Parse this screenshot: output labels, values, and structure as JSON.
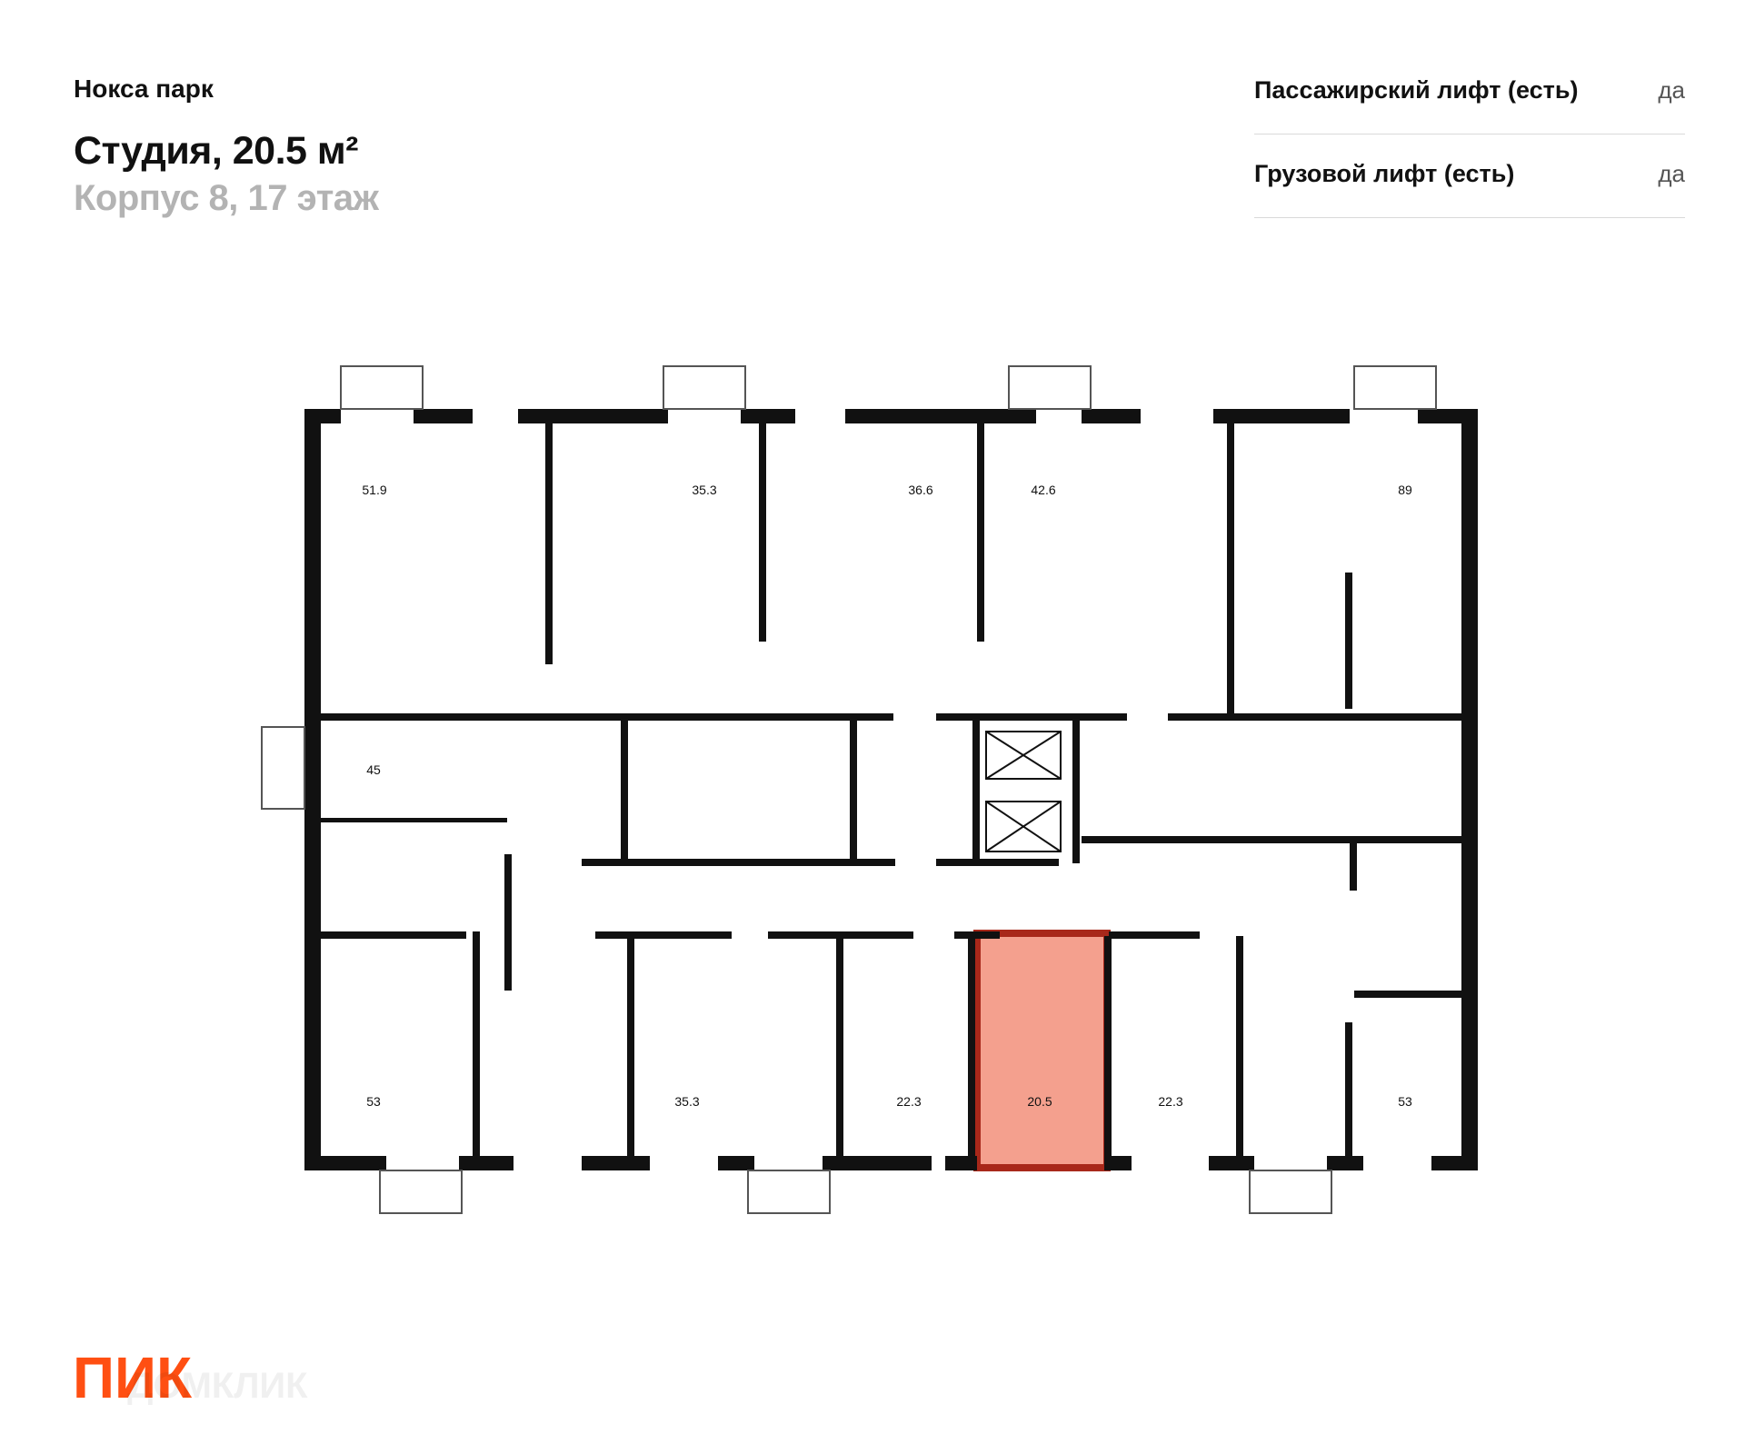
{
  "header": {
    "complex_name": "Нокса парк",
    "apartment_title": "Студия, 20.5 м²",
    "building_floor": "Корпус 8, 17 этаж"
  },
  "properties": [
    {
      "label": "Пассажирский лифт (есть)",
      "value": "да"
    },
    {
      "label": "Грузовой лифт (есть)",
      "value": "да"
    }
  ],
  "floor_plan": {
    "highlight_color": "#f4a08e",
    "highlight_border_color": "#a8281a",
    "rooms": [
      {
        "area": "51.9"
      },
      {
        "area": "35.3"
      },
      {
        "area": "36.6"
      },
      {
        "area": "42.6"
      },
      {
        "area": "89"
      },
      {
        "area": "45"
      },
      {
        "area": "53"
      },
      {
        "area": "35.3"
      },
      {
        "area": "22.3"
      },
      {
        "area": "20.5",
        "highlighted": true
      },
      {
        "area": "22.3"
      },
      {
        "area": "53"
      }
    ]
  },
  "logo": {
    "brand": "ПИК",
    "watermark": "ДОМКЛИК",
    "brand_color": "#ff4f12"
  }
}
